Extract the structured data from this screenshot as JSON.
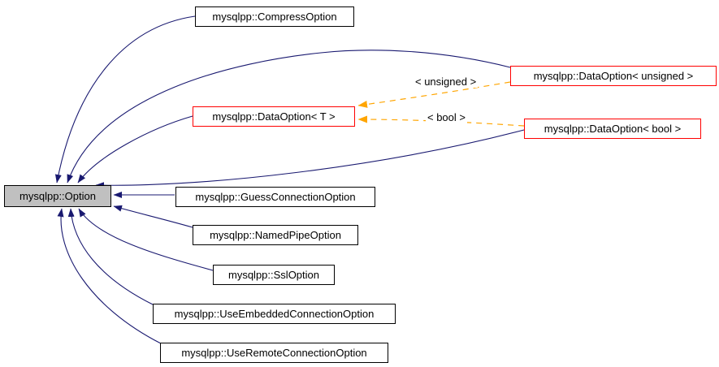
{
  "diagram": {
    "type": "class-inheritance-graph",
    "colors": {
      "inherit_edge": "#191970",
      "template_edge": "#ffa500",
      "node_border": "#000000",
      "node_fill": "#ffffff",
      "highlight_fill": "#c0c0c0",
      "template_node_border": "#ff0000",
      "background": "#ffffff"
    },
    "nodes": {
      "option": {
        "label": "mysqlpp::Option"
      },
      "compress": {
        "label": "mysqlpp::CompressOption"
      },
      "data_t": {
        "label": "mysqlpp::DataOption< T >"
      },
      "data_unsigned": {
        "label": "mysqlpp::DataOption< unsigned >"
      },
      "data_bool": {
        "label": "mysqlpp::DataOption< bool >"
      },
      "guess_connection": {
        "label": "mysqlpp::GuessConnectionOption"
      },
      "named_pipe": {
        "label": "mysqlpp::NamedPipeOption"
      },
      "ssl": {
        "label": "mysqlpp::SslOption"
      },
      "use_embedded": {
        "label": "mysqlpp::UseEmbeddedConnectionOption"
      },
      "use_remote": {
        "label": "mysqlpp::UseRemoteConnectionOption"
      }
    },
    "edge_labels": {
      "unsigned_instantiation": "< unsigned >",
      "bool_instantiation": "< bool >"
    }
  }
}
